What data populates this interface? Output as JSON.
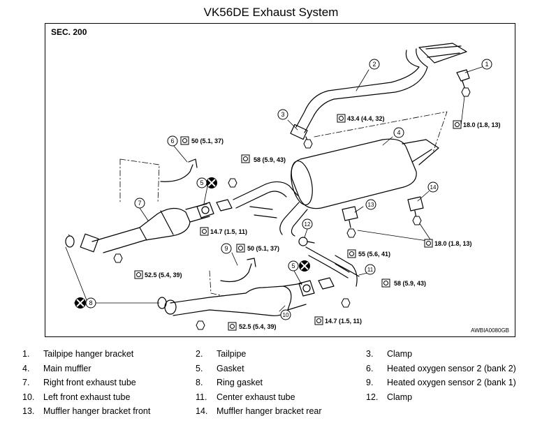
{
  "title": "VK56DE Exhaust System",
  "section": "SEC. 200",
  "figure_code": "AWBIA0080GB",
  "torques": [
    {
      "id": "t1",
      "value": "43.4 (4.4, 32)"
    },
    {
      "id": "t2",
      "value": "18.0 (1.8, 13)"
    },
    {
      "id": "t3",
      "value": "50 (5.1, 37)"
    },
    {
      "id": "t4",
      "value": "58 (5.9, 43)"
    },
    {
      "id": "t5",
      "value": "14.7 (1.5, 11)"
    },
    {
      "id": "t6",
      "value": "18.0 (1.8, 13)"
    },
    {
      "id": "t7",
      "value": "50 (5.1, 37)"
    },
    {
      "id": "t8",
      "value": "55 (5.6, 41)"
    },
    {
      "id": "t9",
      "value": "52.5 (5.4, 39)"
    },
    {
      "id": "t10",
      "value": "58 (5.9, 43)"
    },
    {
      "id": "t11",
      "value": "14.7 (1.5, 11)"
    },
    {
      "id": "t12",
      "value": "52.5 (5.4, 39)"
    }
  ],
  "callouts": [
    "1",
    "2",
    "3",
    "4",
    "5",
    "6",
    "7",
    "8",
    "9",
    "10",
    "11",
    "12",
    "13",
    "14",
    "5"
  ],
  "legend": [
    {
      "num": "1.",
      "label": "Tailpipe hanger bracket"
    },
    {
      "num": "2.",
      "label": "Tailpipe"
    },
    {
      "num": "3.",
      "label": "Clamp"
    },
    {
      "num": "4.",
      "label": "Main muffler"
    },
    {
      "num": "5.",
      "label": "Gasket"
    },
    {
      "num": "6.",
      "label": "Heated oxygen sensor 2 (bank 2)"
    },
    {
      "num": "7.",
      "label": "Right front exhaust tube"
    },
    {
      "num": "8.",
      "label": "Ring gasket"
    },
    {
      "num": "9.",
      "label": "Heated oxygen sensor 2 (bank 1)"
    },
    {
      "num": "10.",
      "label": "Left front exhaust tube"
    },
    {
      "num": "11.",
      "label": "Center exhaust tube"
    },
    {
      "num": "12.",
      "label": "Clamp"
    },
    {
      "num": "13.",
      "label": "Muffler hanger bracket front"
    },
    {
      "num": "14.",
      "label": "Muffler hanger bracket rear"
    }
  ]
}
